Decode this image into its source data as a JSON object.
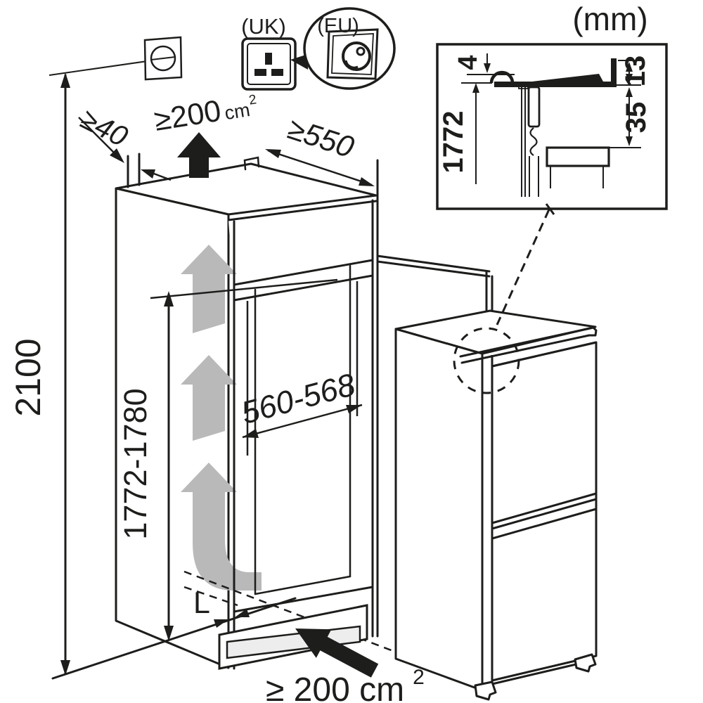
{
  "unit_label": "(mm)",
  "wall_sockets": {
    "uk": "(UK)",
    "eu": "(EU)"
  },
  "dims": {
    "total_height": "2100",
    "niche_height": "1772-1780",
    "niche_width": "560-568",
    "depth_min": "≥550",
    "rear_gap_min": "≥40",
    "vent_top_value": "≥200",
    "vent_top_unit": "cm",
    "vent_top_exp": "2",
    "vent_bottom_value": "≥ 200 cm",
    "vent_bottom_exp": "2",
    "plinth_dim": "L"
  },
  "inset": {
    "hinge_protrusion": "4",
    "appliance_height": "1772",
    "top_gap": "13",
    "panel_overlap": "35"
  },
  "icons": {
    "airflow_arrow": "up-arrow",
    "vent_intake_arrow": "angled-arrow",
    "uk_socket": "three-pin-socket",
    "eu_socket": "schuko-socket",
    "wall_socket_symbol": "circle-in-square"
  },
  "colors": {
    "line": "#1d1d1b",
    "airflow_gray": "#b9b9b9",
    "vent_fill": "#ededed"
  }
}
